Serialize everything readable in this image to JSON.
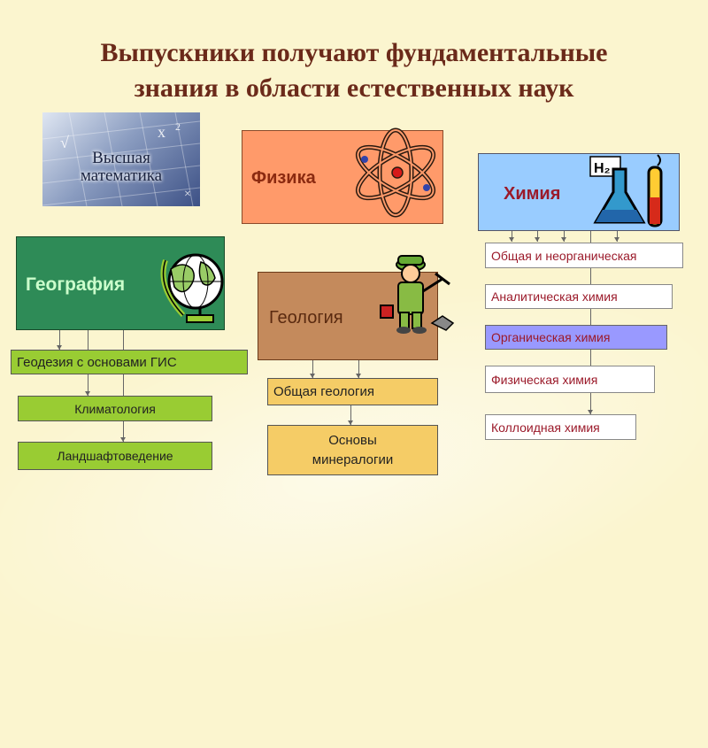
{
  "title": {
    "line1": "Выпускники получают фундаментальные",
    "line2": "знания в области естественных наук"
  },
  "math": {
    "label_line1": "Высшая",
    "label_line2": "математика"
  },
  "physics": {
    "label": "Физика"
  },
  "chemistry": {
    "label": "Химия",
    "items": [
      "Общая и неорганическая",
      "Аналитическая химия",
      "Органическая химия",
      "Физическая химия",
      "Коллоидная химия"
    ]
  },
  "geography": {
    "label": "География",
    "items": [
      "Геодезия с основами ГИС",
      "Климатология",
      "Ландшафтоведение"
    ]
  },
  "geology": {
    "label": "Геология",
    "items": [
      "Общая геология",
      "Основы минералогии"
    ]
  },
  "colors": {
    "title": "#6b2a1a",
    "physics_box": "#ff9a6a",
    "chemistry_box": "#99ccff",
    "geography_box": "#2e8b57",
    "geology_box": "#c48a5c",
    "geography_items": "#99cc33",
    "geology_items": "#f5cc66",
    "chemistry_items": [
      "#ffffff",
      "#ffffff",
      "#9999ff",
      "#ffffff",
      "#ffffff"
    ]
  },
  "icons": [
    "atom-icon",
    "chemistry-flask-icon",
    "globe-icon",
    "geologist-icon",
    "math-grid-icon"
  ]
}
